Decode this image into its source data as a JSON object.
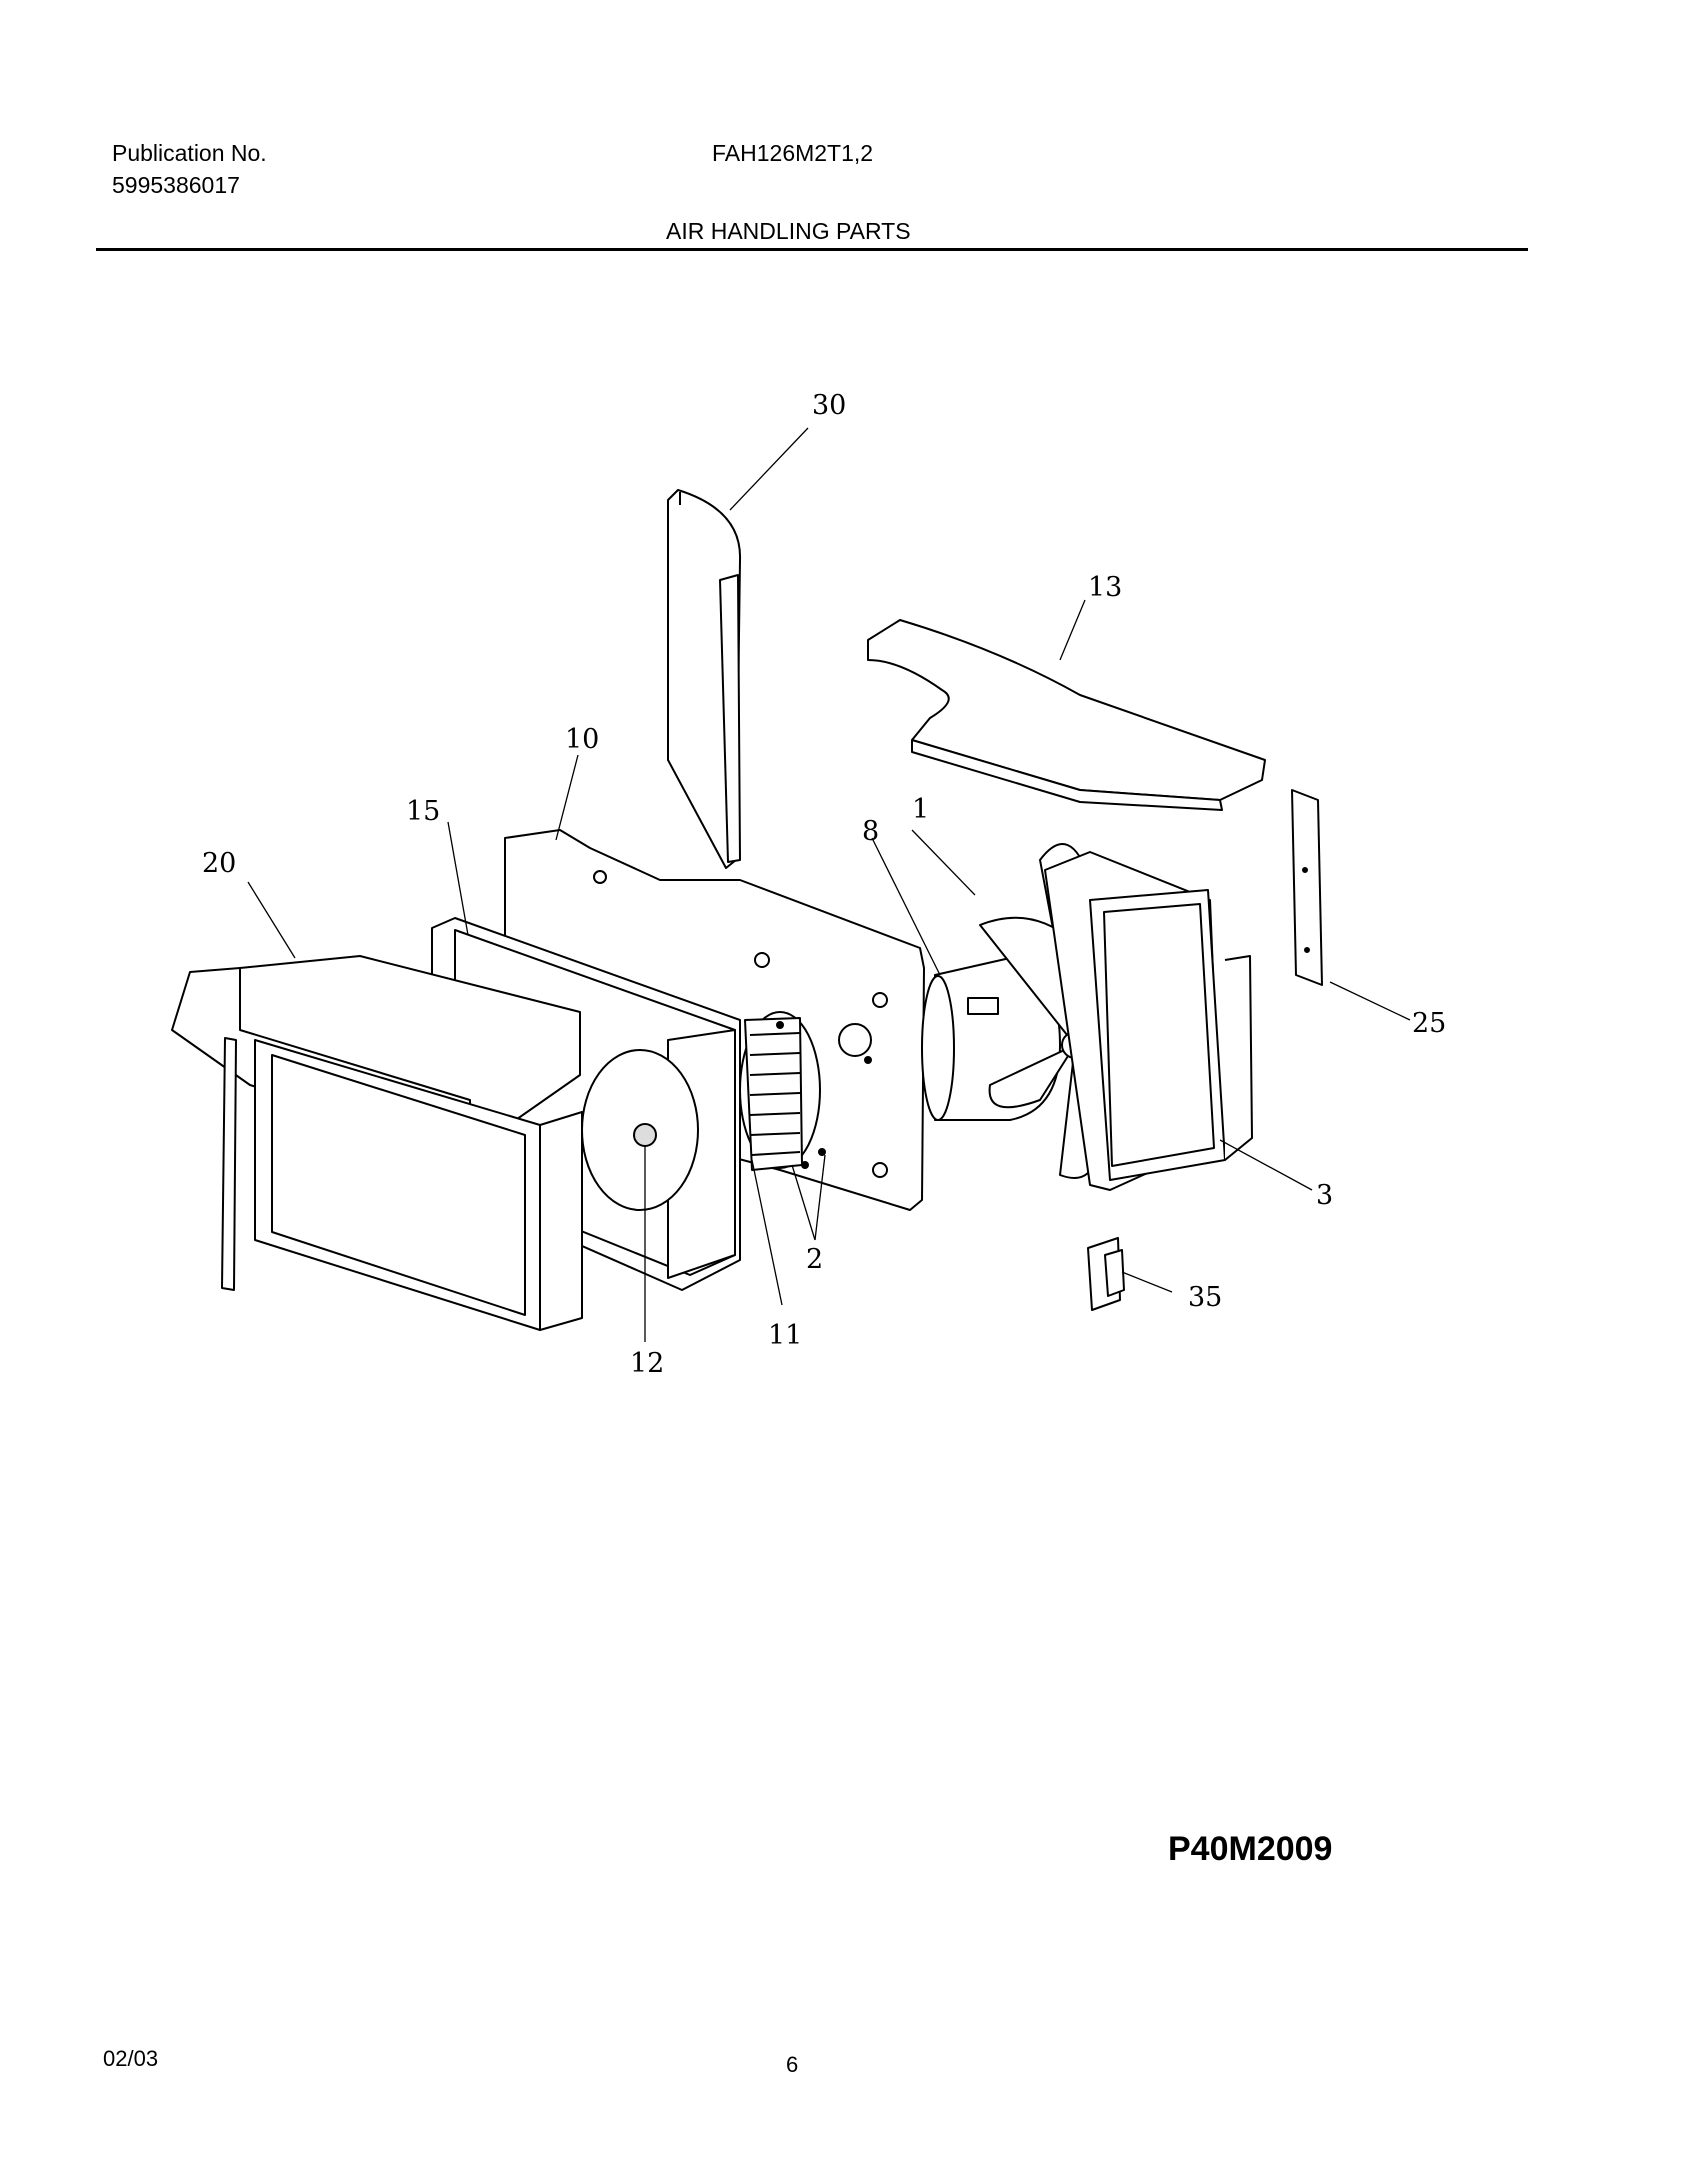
{
  "header": {
    "publication_label": "Publication No.",
    "publication_number": "5995386017",
    "model": "FAH126M2T1,2",
    "section_title": "AIR HANDLING PARTS"
  },
  "callouts": {
    "p1": "1",
    "p2": "2",
    "p3": "3",
    "p8": "8",
    "p10": "10",
    "p11": "11",
    "p12": "12",
    "p13": "13",
    "p15": "15",
    "p20": "20",
    "p25": "25",
    "p30": "30",
    "p35": "35"
  },
  "drawing_number": "P40M2009",
  "footer": {
    "date": "02/03",
    "page": "6"
  }
}
